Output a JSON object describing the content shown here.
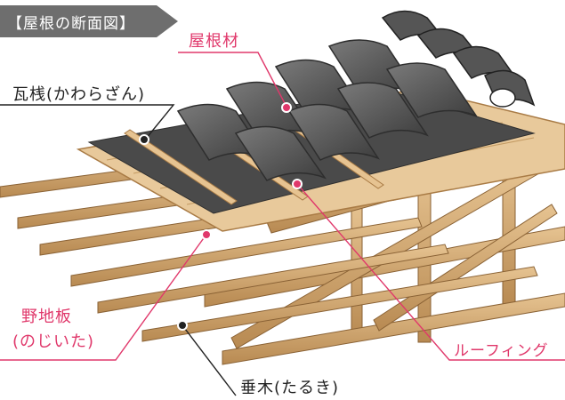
{
  "title": "【屋根の断面図】",
  "labels": {
    "roof_material": "屋根材",
    "kawarazan": "瓦桟(かわらざん)",
    "nojiita_1": "野地板",
    "nojiita_2": "(のじいた)",
    "roofing": "ルーフィング",
    "taruki": "垂木(たるき)"
  },
  "colors": {
    "accent": "#e0386b",
    "wood": "#d9b27c",
    "wood_dark": "#a97b45",
    "roofing": "#4a4a4a",
    "tile": "#5c5c5c",
    "tag": "#6e6e6e"
  }
}
